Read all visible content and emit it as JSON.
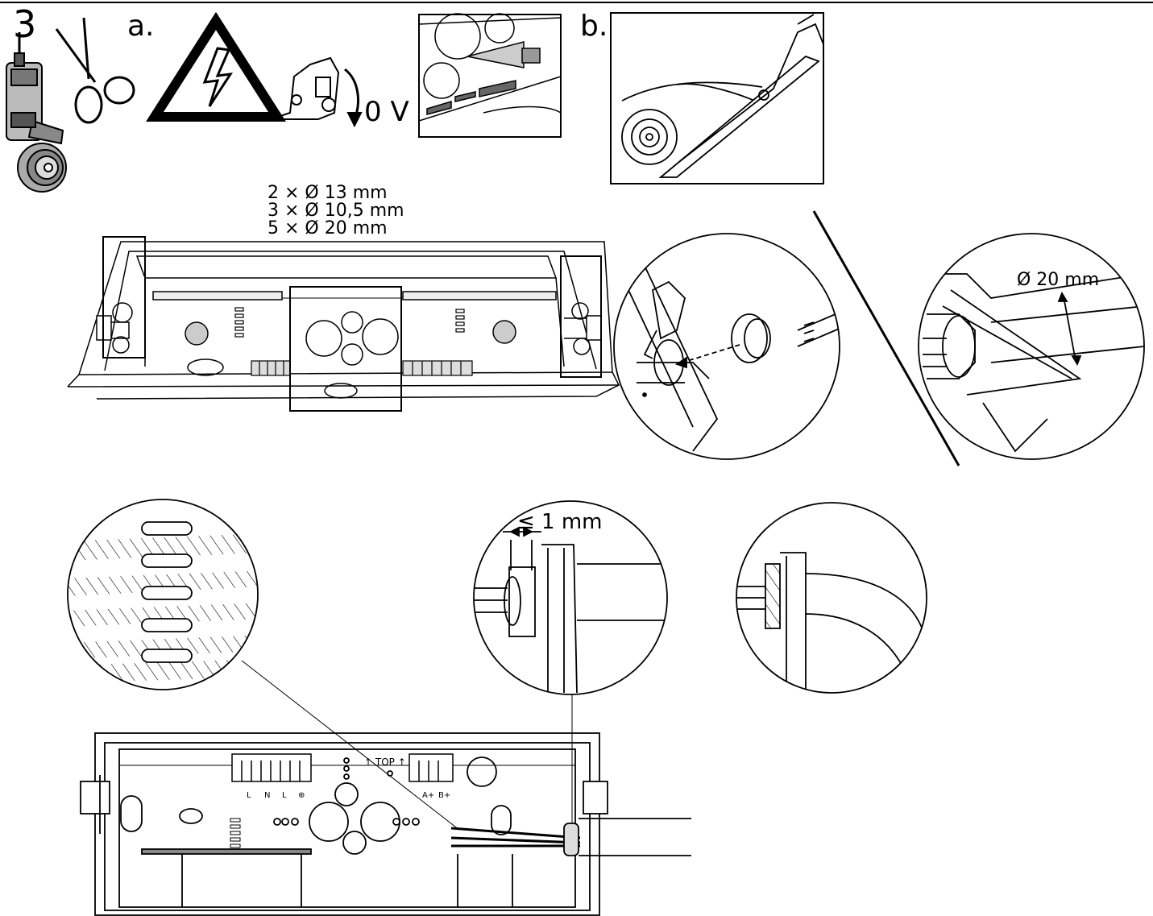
{
  "step": {
    "number": "3",
    "label_a": "a.",
    "label_b": "b."
  },
  "power": {
    "voltage_label": "0 V"
  },
  "holes": {
    "lines": [
      "2 × Ø 13 mm",
      "3 × Ø 10,5 mm",
      "5 × Ø 20 mm"
    ]
  },
  "details": {
    "diameter_label": "Ø 20 mm",
    "gap_label": "≤ 1 mm",
    "top_marker": "↑ TOP ↑"
  },
  "terminals": {
    "left_labels": [
      "L",
      "N",
      "L",
      "⊕"
    ],
    "right_labels": [
      "A+",
      "B+"
    ]
  },
  "icons": [
    "drill-icon",
    "scissors-icon",
    "grommet-icon",
    "high-voltage-warning-icon",
    "circuit-breaker-icon"
  ]
}
